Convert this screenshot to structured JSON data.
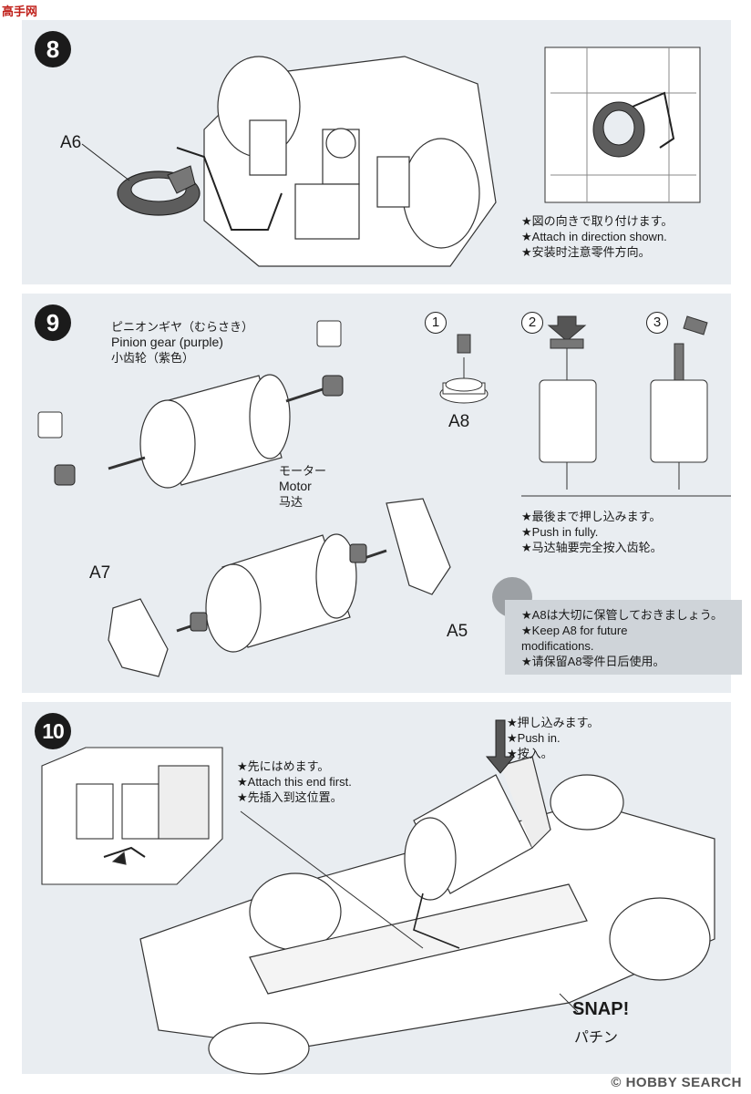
{
  "site_logo": "高手网",
  "watermark": "© HOBBY SEARCH",
  "step8": {
    "number": "8",
    "part_label": "A6",
    "note": [
      "★図の向きで取り付けます。",
      "★Attach in direction shown.",
      "★安装时注意零件方向。"
    ]
  },
  "step9": {
    "number": "9",
    "pinion_label": [
      "ピニオンギヤ（むらさき）",
      "Pinion gear (purple)",
      "小齿轮（紫色）"
    ],
    "motor_label": [
      "モーター",
      "Motor",
      "马达"
    ],
    "sub1": "1",
    "sub2": "2",
    "sub3": "3",
    "a8_label": "A8",
    "push_note": [
      "★最後まで押し込みます。",
      "★Push in fully.",
      "★马达轴要完全按入齿轮。"
    ],
    "a7_label": "A7",
    "a5_label": "A5",
    "keep_note": [
      "★A8は大切に保管しておきましょう。",
      "★Keep A8 for future",
      "modifications.",
      "★请保留A8零件日后使用。"
    ]
  },
  "step10": {
    "number": "10",
    "first_note": [
      "★先にはめます。",
      "★Attach this end first.",
      "★先插入到这位置。"
    ],
    "push_note": [
      "★押し込みます。",
      "★Push in.",
      "★按入。"
    ],
    "snap": "SNAP!",
    "snap_kana": "パチン"
  }
}
